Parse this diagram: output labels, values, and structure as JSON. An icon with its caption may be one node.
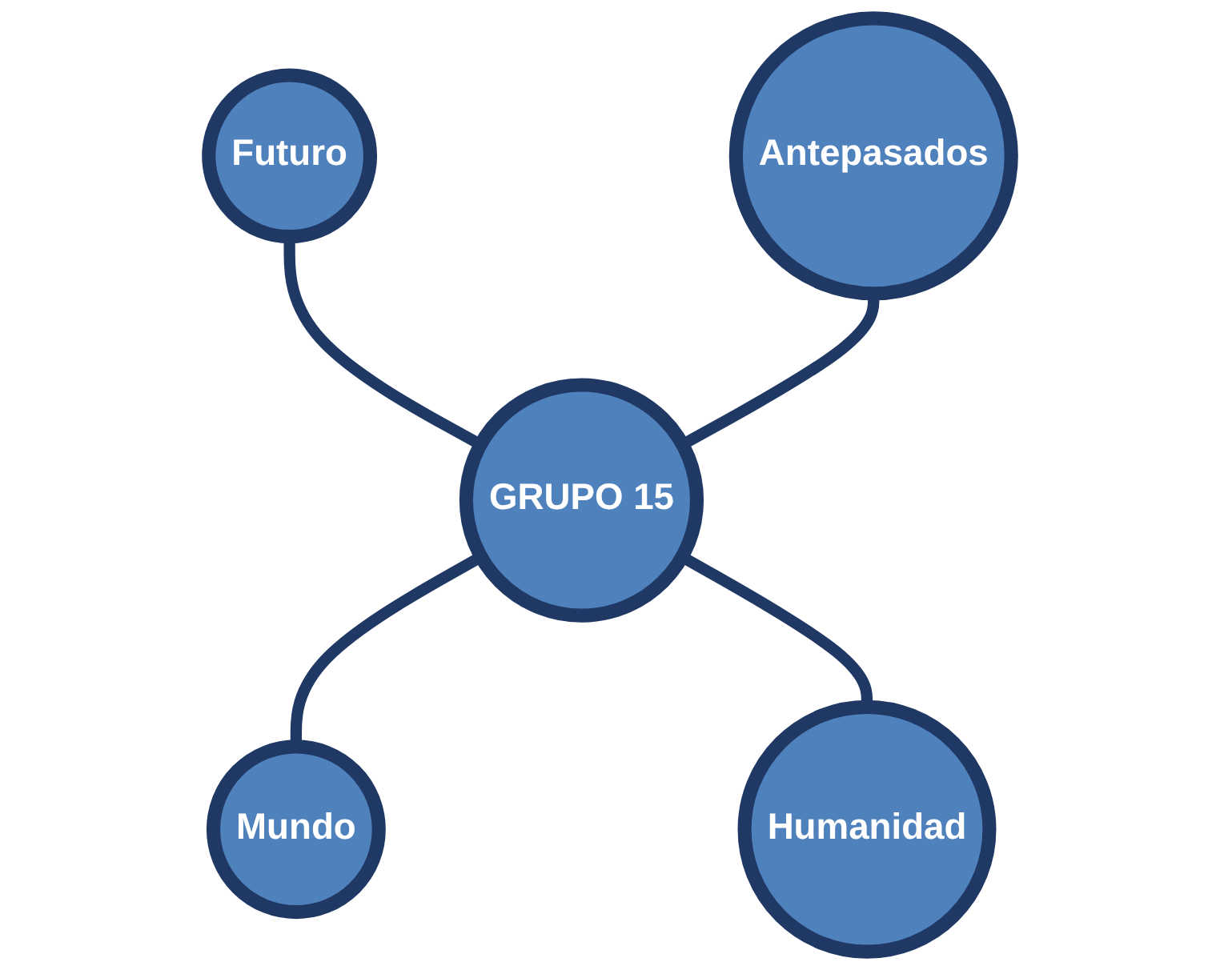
{
  "diagram": {
    "nodes": [
      {
        "text": [
          "Futuro"
        ]
      },
      {
        "text": [
          "Antepasados"
        ]
      },
      {
        "text": [
          "GRUPO 15"
        ]
      },
      {
        "text": [
          "Mundo"
        ]
      },
      {
        "text": [
          "Humanidad"
        ]
      }
    ],
    "edges": [
      {
        "from": 0,
        "to": 2,
        "arrow": "none"
      },
      {
        "from": 1,
        "to": 2,
        "arrow": "none"
      },
      {
        "from": 2,
        "to": 3,
        "arrow": "none"
      },
      {
        "from": 2,
        "to": 4,
        "arrow": "none"
      }
    ]
  }
}
